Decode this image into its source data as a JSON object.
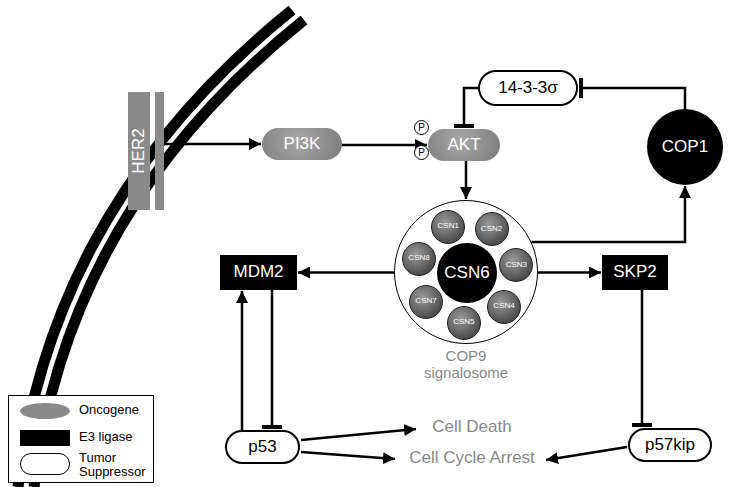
{
  "diagram": {
    "nodes": [
      {
        "text": [
          "HER2"
        ]
      },
      {
        "text": [
          "PI3K"
        ]
      },
      {
        "text": [
          "AKT"
        ]
      },
      {
        "text": [
          "14-3-3σ"
        ]
      },
      {
        "text": [
          "COP1"
        ]
      },
      {
        "text": [
          "COP9 signalosome"
        ]
      },
      {
        "text": [
          "CSN6"
        ],
        "in": 5
      },
      {
        "text": [
          "CSN1"
        ],
        "in": 5
      },
      {
        "text": [
          "CSN2"
        ],
        "in": 5
      },
      {
        "text": [
          "CSN3"
        ],
        "in": 5
      },
      {
        "text": [
          "CSN4"
        ],
        "in": 5
      },
      {
        "text": [
          "CSN5"
        ],
        "in": 5
      },
      {
        "text": [
          "CSN7"
        ],
        "in": 5
      },
      {
        "text": [
          "CSN8"
        ],
        "in": 5
      },
      {
        "text": [
          "MDM2"
        ]
      },
      {
        "text": [
          "SKP2"
        ]
      },
      {
        "text": [
          "p53"
        ]
      },
      {
        "text": [
          "p57kip"
        ]
      }
    ],
    "edges": [
      {
        "from": 0,
        "to": 1,
        "arrow": "to"
      },
      {
        "from": 1,
        "to": 2,
        "arrow": "to"
      },
      {
        "from": 2,
        "to": 5,
        "arrow": "to"
      },
      {
        "from": 5,
        "to": 4,
        "arrow": "to"
      },
      {
        "from": 4,
        "to": 3,
        "arrow": "to"
      },
      {
        "from": 3,
        "to": 2,
        "arrow": "to"
      },
      {
        "from": 5,
        "to": 14,
        "arrow": "to"
      },
      {
        "from": 5,
        "to": 15,
        "arrow": "to"
      },
      {
        "from": 15,
        "to": 17,
        "arrow": "to"
      },
      {
        "from": 14,
        "to": 16,
        "arrow": "to"
      },
      {
        "from": 16,
        "to": 14,
        "arrow": "to"
      }
    ],
    "labels": [
      "P",
      "P",
      "Cell Death",
      "Cell Cycle Arrest"
    ],
    "legend": [
      {
        "text": "Oncogene",
        "color": "#8a8a8a"
      },
      {
        "text": "E3 ligase",
        "color": "#000000"
      },
      {
        "text": "Tumor Suppressor",
        "color": "#ffffff"
      }
    ]
  }
}
